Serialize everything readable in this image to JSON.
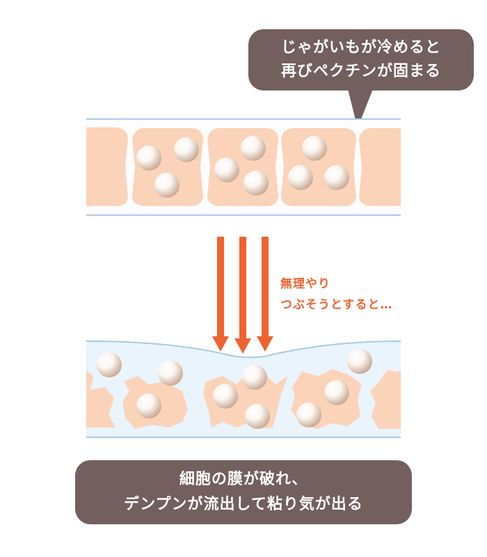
{
  "callout_top": {
    "line1": "じゃがいもが冷めると",
    "line2": "再びペクチンが固まる"
  },
  "note": {
    "line1": "無理やり",
    "line2": "つぶそうとすると…"
  },
  "callout_bottom": {
    "line1": "細胞の膜が破れ、",
    "line2": "デンプンが流出して粘り気が出る"
  },
  "colors": {
    "bubble": "#725f5e",
    "cell": "#fbd3b9",
    "membrane": "#a9c9ea",
    "liquid": "#eaf4fc",
    "arrow": "#f0632f"
  }
}
